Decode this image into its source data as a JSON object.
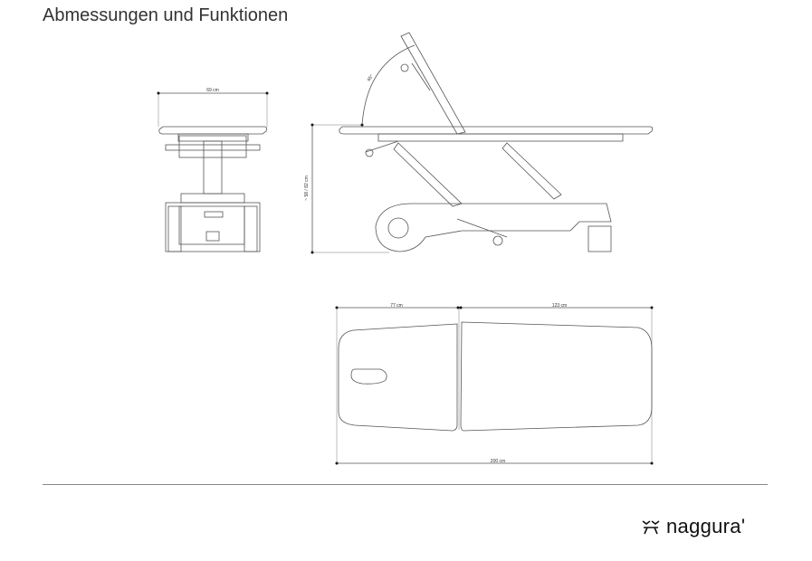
{
  "page": {
    "title": "Abmessungen und Funktionen"
  },
  "dimensions": {
    "front_width": "69 cm",
    "backrest_angle": "65°",
    "height_range": "~ 58 / 82 cm",
    "head_section": "77 cm",
    "body_section": "123 cm",
    "total_length": "200 cm"
  },
  "brand": {
    "name": "naggura'"
  }
}
